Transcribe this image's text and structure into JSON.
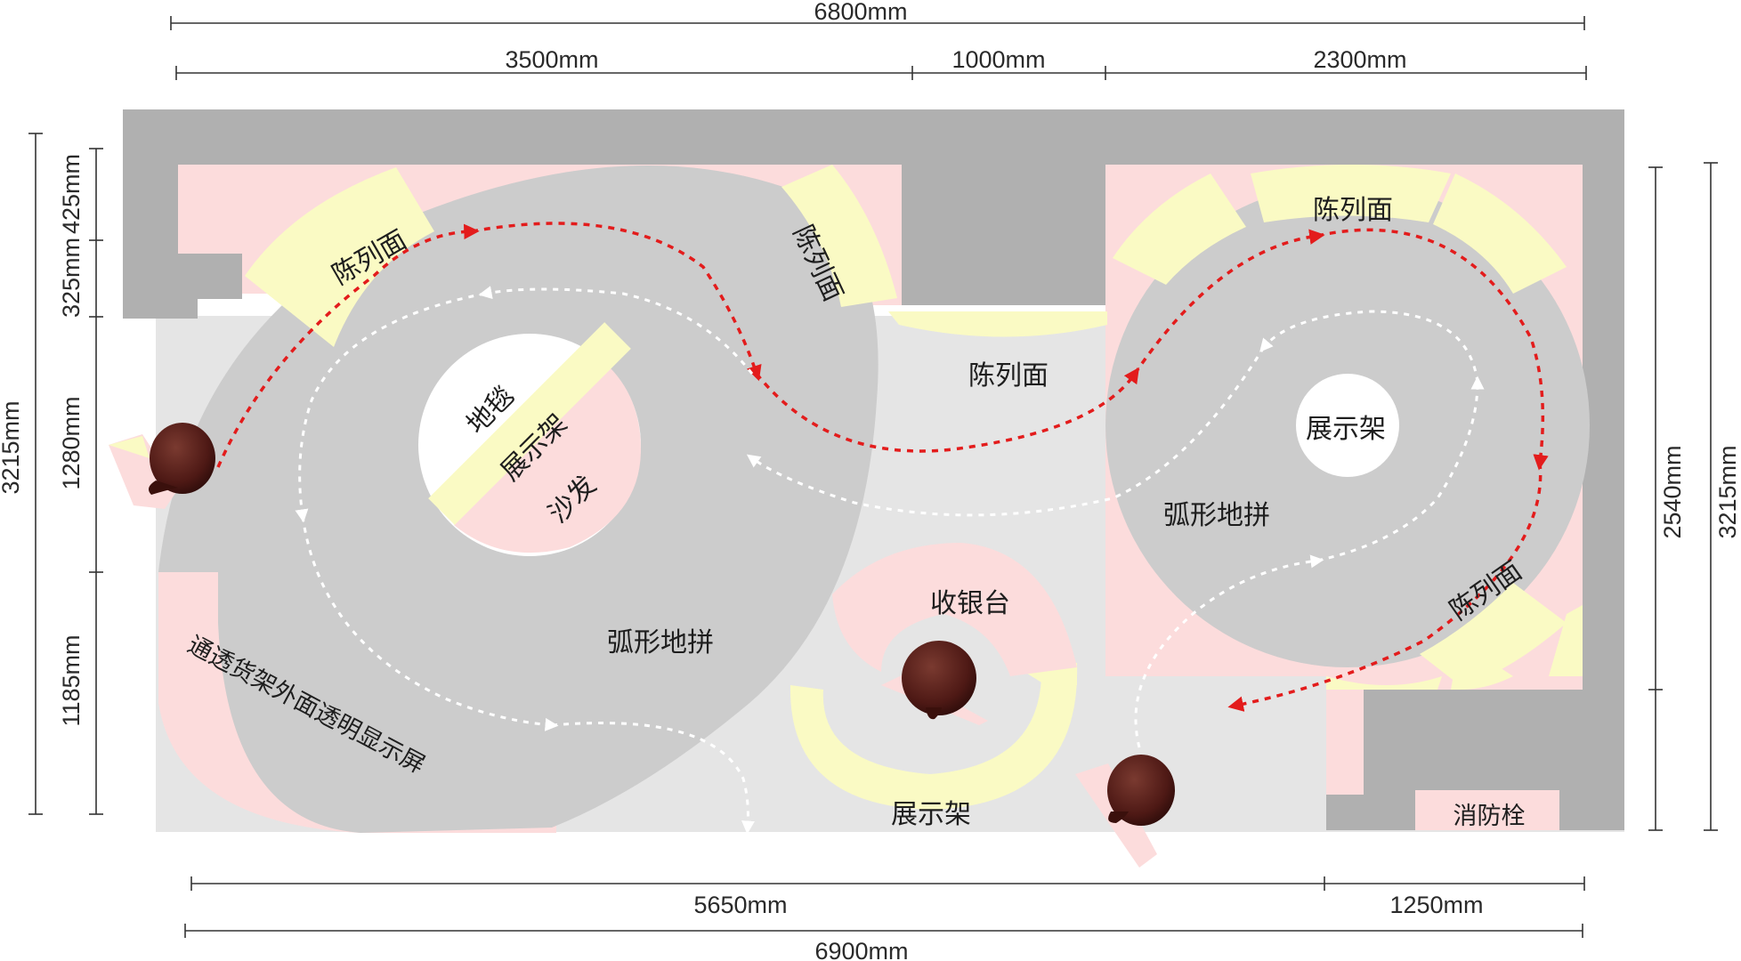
{
  "dimensions": {
    "top_total": "6800mm",
    "top_seg_1": "3500mm",
    "top_seg_2": "1000mm",
    "top_seg_3": "2300mm",
    "bottom_seg_1": "5650mm",
    "bottom_seg_2": "1250mm",
    "bottom_total": "6900mm",
    "left_total": "3215mm",
    "left_seg_1": "425mm",
    "left_seg_2": "325mm",
    "left_seg_3": "1280mm",
    "left_seg_4": "1185mm",
    "right_seg": "2540mm",
    "right_total": "3215mm"
  },
  "labels": {
    "display_face": "陈列面",
    "carpet": "地毯",
    "display_rack": "展示架",
    "sofa": "沙发",
    "arc_floor": "弧形地拼",
    "cashier": "收银台",
    "shelf_screen": "通透货架外面透明显示屏",
    "fire_hydrant": "消防栓"
  },
  "colors": {
    "wall": "#b0b0b0",
    "floor": "#e5e5e5",
    "arc_floor": "#cccccc",
    "display_yellow": "#fafac4",
    "pink_zone": "#fcdcdc",
    "customer_flow": "#e31c1c",
    "staff_flow": "#ffffff",
    "figure": "#5a1f1a"
  },
  "icons": [
    "person-icon",
    "flow-arrow-icon"
  ]
}
